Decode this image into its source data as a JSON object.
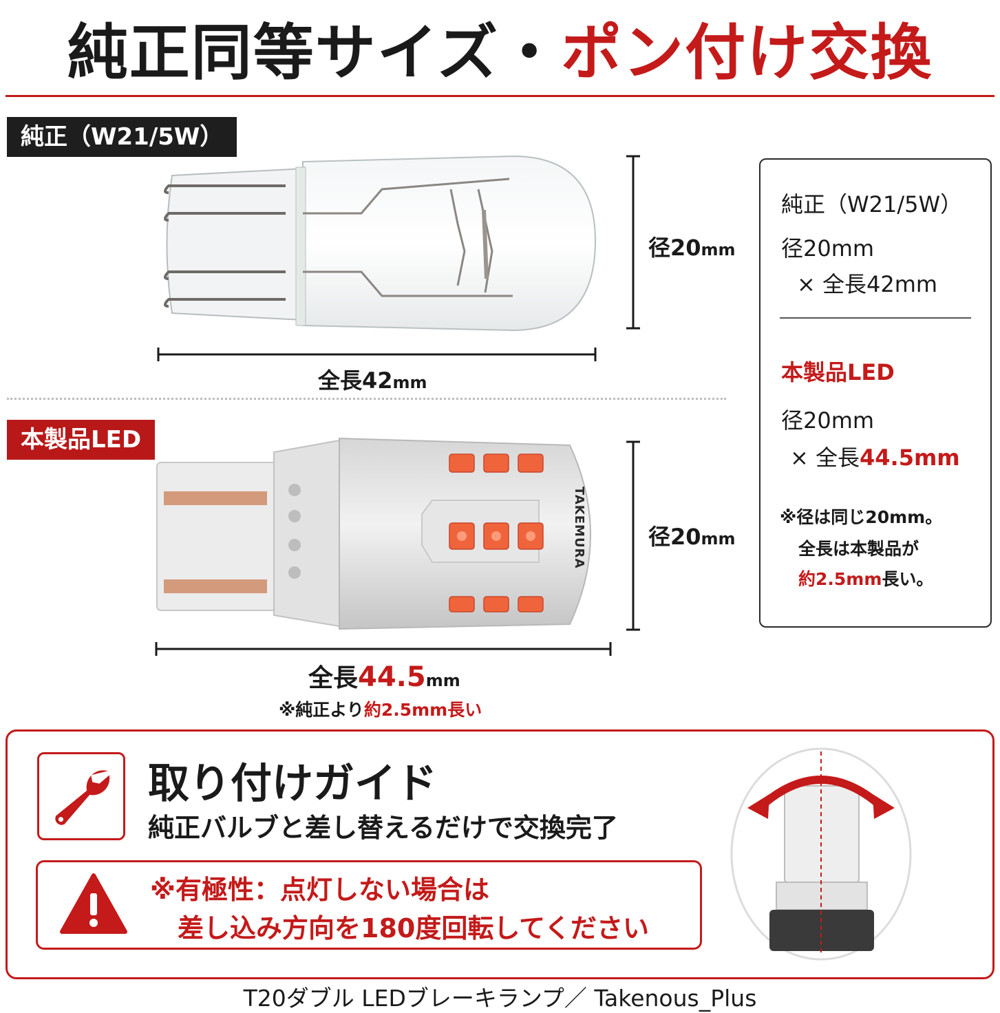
{
  "header": {
    "title_black": "純正同等サイズ・",
    "title_red": "ポン付け交換"
  },
  "genuine": {
    "tag": "純正（W21/5W）",
    "diameter_label": "径20",
    "diameter_unit": "mm",
    "length_label": "全長42",
    "length_unit": "mm"
  },
  "product": {
    "tag": "本製品LED",
    "brand": "TAKEMURA",
    "diameter_label": "径20",
    "diameter_unit": "mm",
    "length_prefix": "全長",
    "length_value": "44.5",
    "length_unit": "mm",
    "note_prefix": "※純正より",
    "note_red": "約2.5mm長い"
  },
  "spec_box": {
    "genuine_title": "純正（W21/5W）",
    "genuine_dia": "径20mm",
    "genuine_len": "× 全長42mm",
    "product_title": "本製品LED",
    "product_dia": "径20mm",
    "product_len_prefix": "× 全長",
    "product_len_value": "44.5mm",
    "note_line1": "※径は同じ20mm。",
    "note_line2": "全長は本製品が",
    "note_line3_red": "約2.5mm",
    "note_line3_rest": "長い。"
  },
  "guide": {
    "title": "取り付けガイド",
    "desc": "純正バルブと差し替えるだけで交換完了",
    "warn_line1": "※有極性：点灯しない場合は",
    "warn_line2": "差し込み方向を180度回転してください",
    "icons": [
      "wrench-icon",
      "warning-icon",
      "rotate-arrows-icon"
    ]
  },
  "caption": "T20ダブル LEDブレーキランプ／ Takenous_Plus",
  "colors": {
    "accent_red": "#c41a1a",
    "dark_tag": "#1e1e1e",
    "led_orange": "#f0643c"
  }
}
